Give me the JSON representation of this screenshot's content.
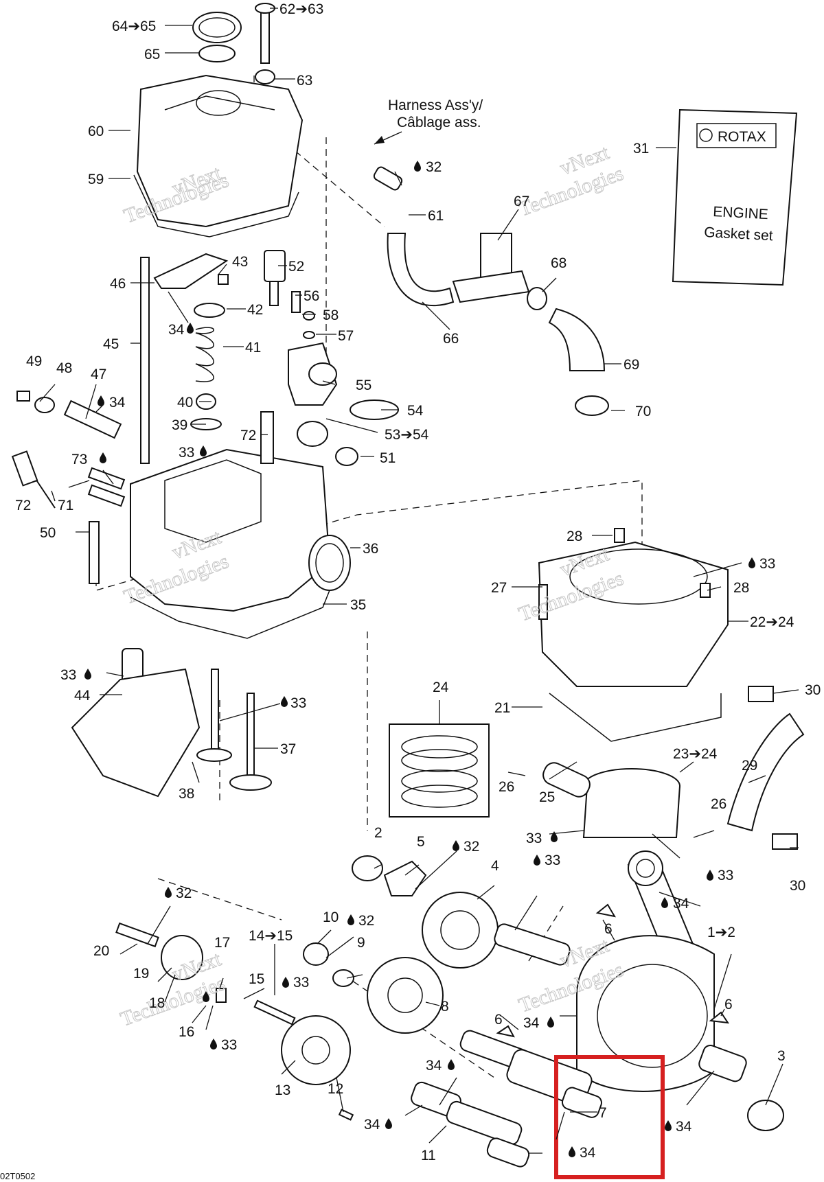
{
  "labels": {
    "l64_65": "64➔65",
    "l65": "65",
    "l62_63": "62➔63",
    "l63": "63",
    "l60": "60",
    "l59": "59",
    "l43": "43",
    "l46": "46",
    "l52": "52",
    "l42": "42",
    "l34a": "34",
    "l56": "56",
    "l58": "58",
    "l57": "57",
    "l45": "45",
    "l41": "41",
    "l49": "49",
    "l48": "48",
    "l47": "47",
    "l34b": "34",
    "l55": "55",
    "l40": "40",
    "l54": "54",
    "l39": "39",
    "l72a": "72",
    "l53_54": "53➔54",
    "l73": "73",
    "l33a": "33",
    "l51": "51",
    "l72b": "72",
    "l71": "71",
    "l50": "50",
    "l36": "36",
    "l35": "35",
    "l33b": "33",
    "l44": "44",
    "l33c": "33",
    "l37": "37",
    "l38": "38",
    "l32a": "32",
    "l61": "61",
    "l67": "67",
    "l68": "68",
    "l66": "66",
    "l69": "69",
    "l70": "70",
    "l31": "31",
    "l28a": "28",
    "l33d": "33",
    "l27": "27",
    "l28b": "28",
    "l22_24": "22➔24",
    "l30a": "30",
    "l24": "24",
    "l21": "21",
    "l29": "29",
    "l23_24": "23➔24",
    "l26a": "26",
    "l25": "25",
    "l26b": "26",
    "l33e": "33",
    "l33f": "33",
    "l2a": "2",
    "l5": "5",
    "l32b": "32",
    "l4": "4",
    "l33g": "33",
    "l34c": "34",
    "l30b": "30",
    "l32c": "32",
    "l20": "20",
    "l10": "10",
    "l32d": "32",
    "l14_15": "14➔15",
    "l17": "17",
    "l9": "9",
    "l6a": "6",
    "l1_2": "1➔2",
    "l19": "19",
    "l15": "15",
    "l33h": "33",
    "l18": "18",
    "l8": "8",
    "l16": "16",
    "l33i": "33",
    "l34d": "34",
    "l6b": "6",
    "l6c": "6",
    "l3": "3",
    "l34e": "34",
    "l13": "13",
    "l12": "12",
    "l34f": "34",
    "l7": "7",
    "l34g": "34",
    "l11": "11",
    "l34h": "34"
  },
  "harness_en": "Harness Ass'y/",
  "harness_fr": "Câblage ass.",
  "gasket_kit": {
    "brand": "ROTAX",
    "line1": "ENGINE",
    "line2": "Gasket set"
  },
  "watermark": {
    "line1": "vNext",
    "line2": "Technologies"
  },
  "ref_code": "02T0502"
}
